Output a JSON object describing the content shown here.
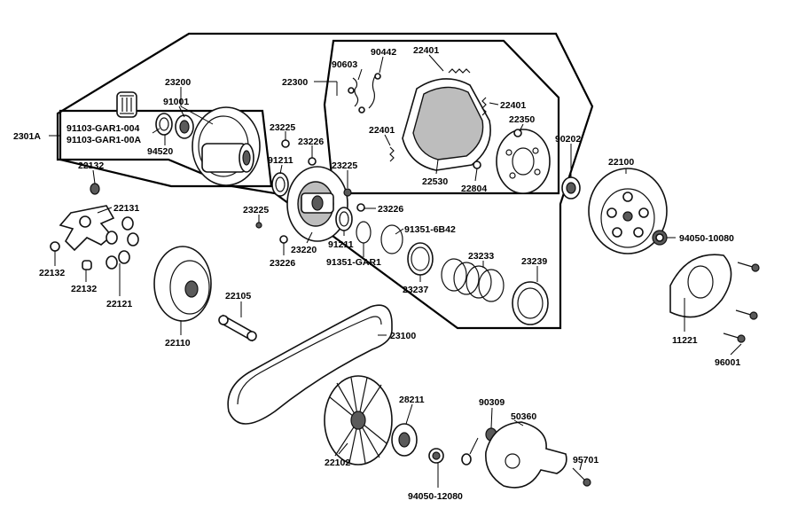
{
  "labels": {
    "p23200": "23200",
    "p91001": "91001",
    "p91103a": "91103-GAR1-004",
    "p91103b": "91103-GAR1-00A",
    "p94520": "94520",
    "p2301A": "2301A",
    "p22132a": "22132",
    "p22131": "22131",
    "p22132b": "22132",
    "p22132c": "22132",
    "p22121": "22121",
    "p22110": "22110",
    "p22105": "22105",
    "p23100": "23100",
    "p22102": "22102",
    "p28211": "28211",
    "p94050b": "94050-12080",
    "p90309": "90309",
    "p50360": "50360",
    "p95701": "95701",
    "p23225a": "23225",
    "p23226a": "23226",
    "p91211a": "91211",
    "p23225b": "23225",
    "p23225c": "23225",
    "p23226b": "23226",
    "p23220": "23220",
    "p23226c": "23226",
    "p91211b": "91211",
    "p91351a": "91351-6B42",
    "p91351b": "91351-GAR1",
    "p23237": "23237",
    "p23233": "23233",
    "p23239": "23239",
    "p22300": "22300",
    "p90603": "90603",
    "p90442": "90442",
    "p22401a": "22401",
    "p22401b": "22401",
    "p22401c": "22401",
    "p22350": "22350",
    "p22530": "22530",
    "p22804": "22804",
    "p90202": "90202",
    "p22100": "22100",
    "p94050a": "94050-10080",
    "p11221": "11221",
    "p96001": "96001"
  }
}
